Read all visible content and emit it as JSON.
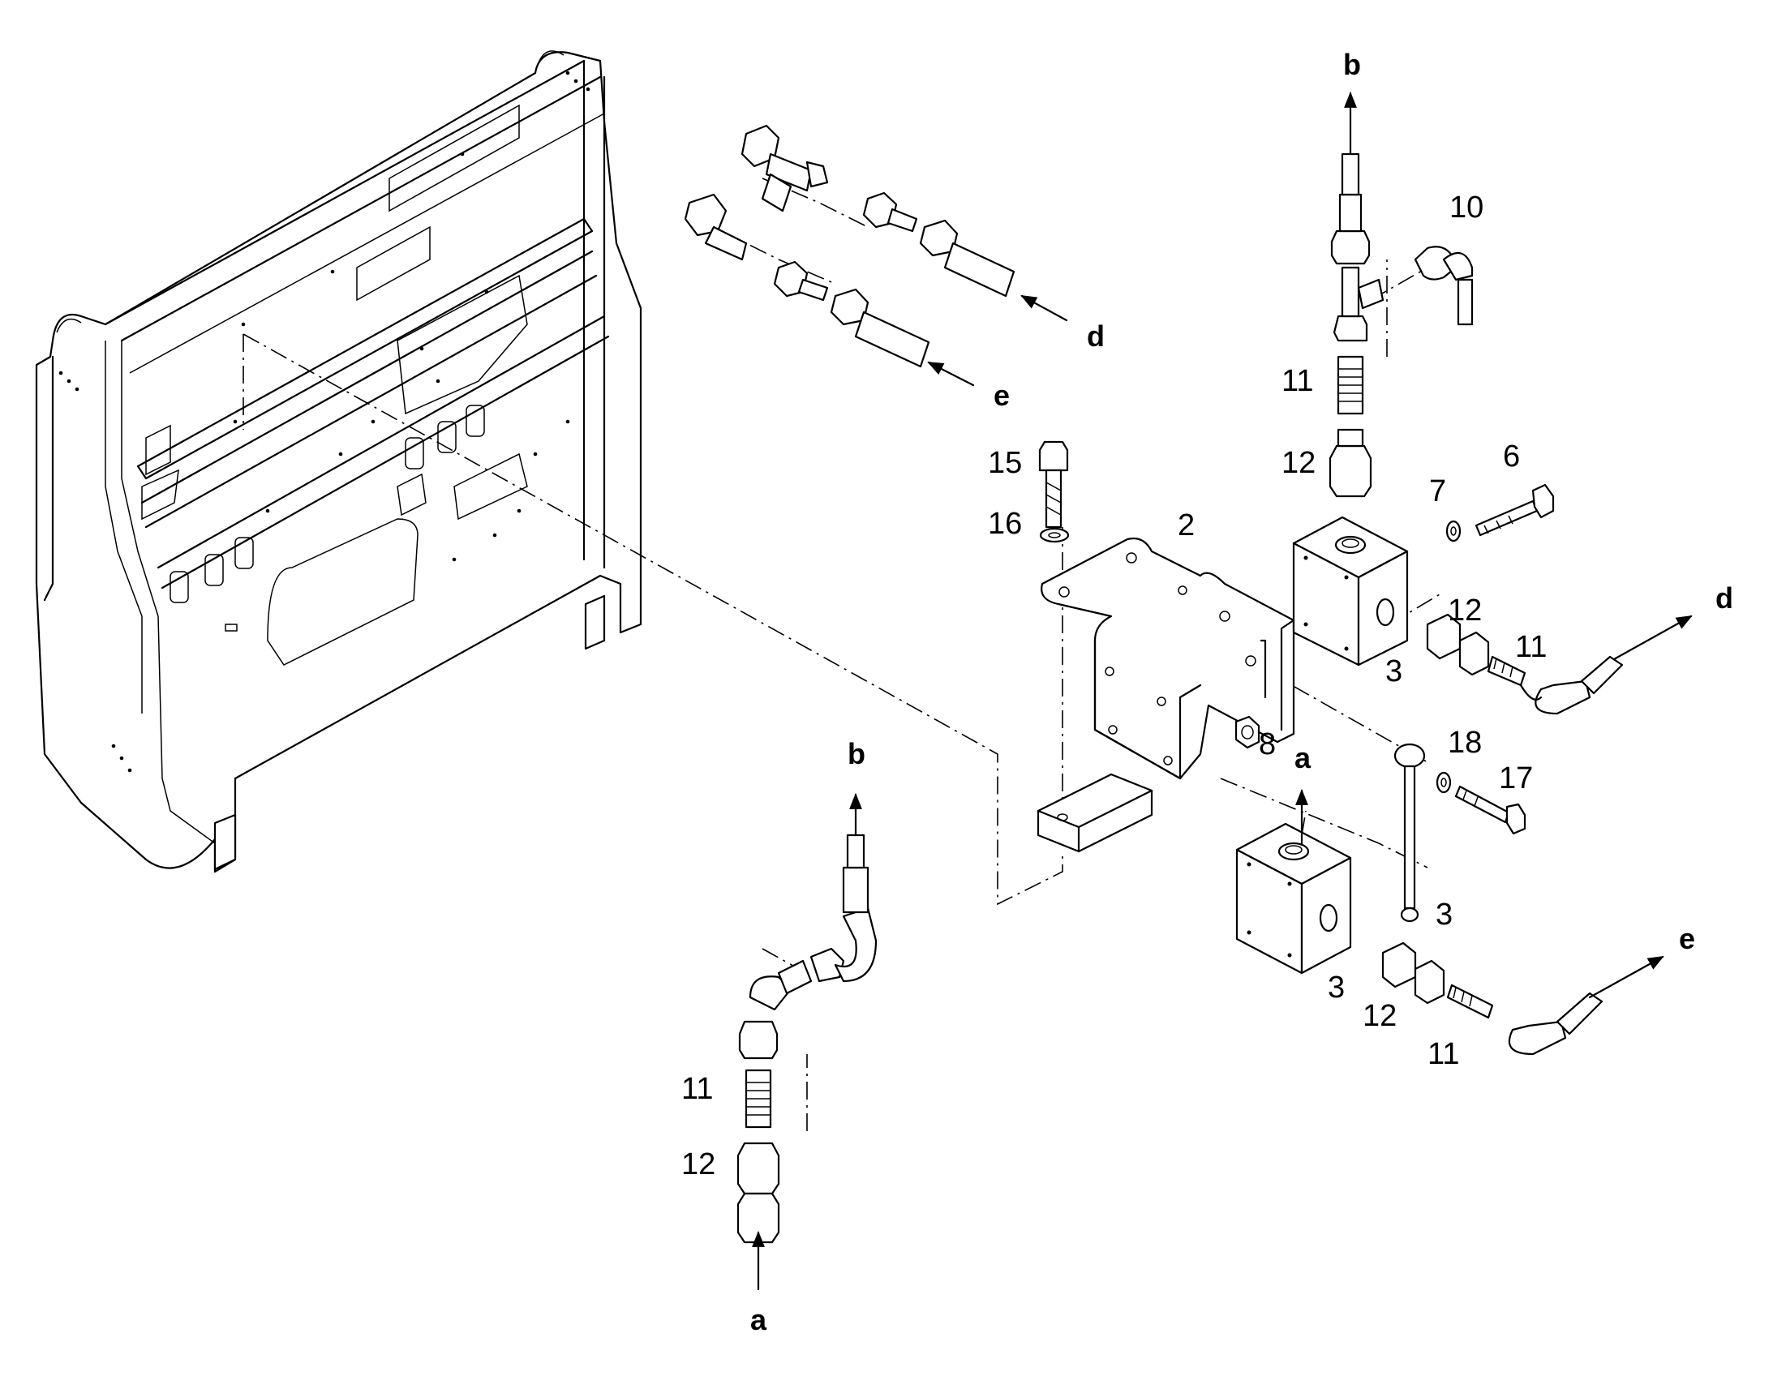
{
  "diagram": {
    "callouts": {
      "n2": "2",
      "n3a": "3",
      "n3b": "3",
      "n3c": "3",
      "n6": "6",
      "n7": "7",
      "n8": "8",
      "n10": "10",
      "n11a": "11",
      "n11b": "11",
      "n11c": "11",
      "n11d": "11",
      "n12a": "12",
      "n12b": "12",
      "n12c": "12",
      "n12d": "12",
      "n15": "15",
      "n16": "16",
      "n17": "17",
      "n18": "18"
    },
    "port_letters": {
      "b_top": "b",
      "b_left": "b",
      "a_block": "a",
      "a_bottom": "a",
      "d_top": "d",
      "d_right": "d",
      "e_top": "e",
      "e_right": "e"
    }
  }
}
